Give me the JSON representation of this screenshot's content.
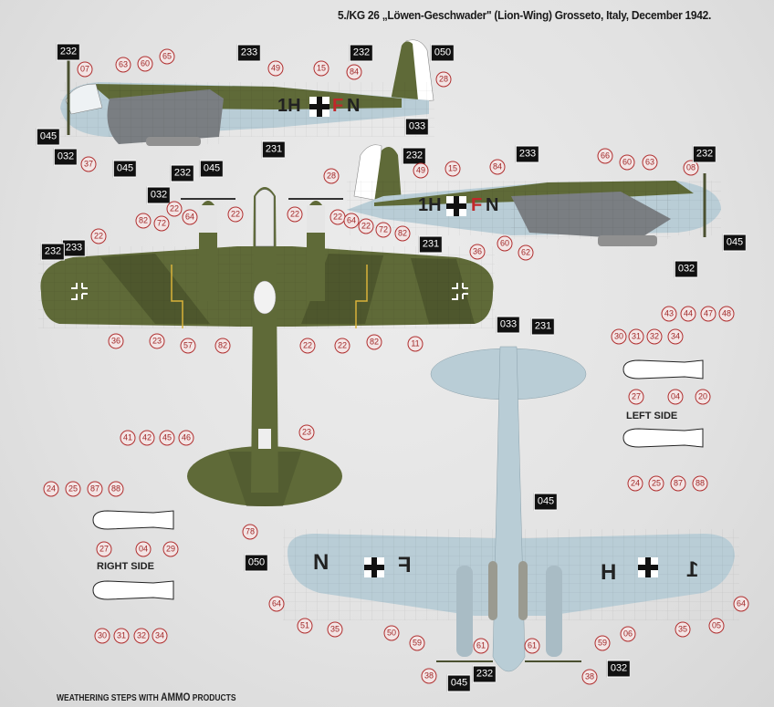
{
  "title": "5./KG 26 „Löwen-Geschwader\" (Lion-Wing) Grosseto, Italy, December 1942.",
  "footer": {
    "prefix": "WEATHERING STEPS WITH",
    "brand": "AMMO",
    "suffix": "PRODUCTS"
  },
  "colors": {
    "upper_green": "#5f6a38",
    "dark_green": "#47502a",
    "lower_blue": "#b9cdd6",
    "callout_red": "#a02828",
    "code_box": "#111111"
  },
  "markings": {
    "side_left": {
      "code_prefix": "1H",
      "individual": "F",
      "staffel": "N"
    },
    "side_right": {
      "code_prefix": "1H",
      "individual": "F",
      "staffel": "N"
    },
    "underside": {
      "left_wing_a": "N",
      "left_wing_b": "F",
      "right_wing_a": "H",
      "right_wing_b": "1"
    }
  },
  "views": {
    "side_left": [
      {
        "text": "232",
        "kind": "code"
      },
      {
        "text": "07",
        "kind": "ref"
      },
      {
        "text": "63",
        "kind": "ref"
      },
      {
        "text": "60",
        "kind": "ref"
      },
      {
        "text": "65",
        "kind": "ref"
      },
      {
        "text": "233",
        "kind": "code"
      },
      {
        "text": "49",
        "kind": "ref"
      },
      {
        "text": "15",
        "kind": "ref"
      },
      {
        "text": "84",
        "kind": "ref"
      },
      {
        "text": "232",
        "kind": "code"
      },
      {
        "text": "050",
        "kind": "code"
      },
      {
        "text": "28",
        "kind": "ref"
      },
      {
        "text": "033",
        "kind": "code"
      },
      {
        "text": "231",
        "kind": "code"
      },
      {
        "text": "045",
        "kind": "code"
      },
      {
        "text": "032",
        "kind": "code"
      },
      {
        "text": "37",
        "kind": "ref"
      },
      {
        "text": "045",
        "kind": "code"
      }
    ],
    "side_right": [
      {
        "text": "232",
        "kind": "code"
      },
      {
        "text": "28",
        "kind": "ref"
      },
      {
        "text": "49",
        "kind": "ref"
      },
      {
        "text": "15",
        "kind": "ref"
      },
      {
        "text": "84",
        "kind": "ref"
      },
      {
        "text": "233",
        "kind": "code"
      },
      {
        "text": "66",
        "kind": "ref"
      },
      {
        "text": "60",
        "kind": "ref"
      },
      {
        "text": "63",
        "kind": "ref"
      },
      {
        "text": "08",
        "kind": "ref"
      },
      {
        "text": "232",
        "kind": "code"
      },
      {
        "text": "045",
        "kind": "code"
      },
      {
        "text": "032",
        "kind": "code"
      },
      {
        "text": "60",
        "kind": "ref"
      },
      {
        "text": "62",
        "kind": "ref"
      },
      {
        "text": "231",
        "kind": "code"
      }
    ],
    "top": [
      {
        "text": "232",
        "kind": "code"
      },
      {
        "text": "045",
        "kind": "code"
      },
      {
        "text": "032",
        "kind": "code"
      },
      {
        "text": "22",
        "kind": "ref"
      },
      {
        "text": "82",
        "kind": "ref"
      },
      {
        "text": "72",
        "kind": "ref"
      },
      {
        "text": "64",
        "kind": "ref"
      },
      {
        "text": "22",
        "kind": "ref"
      },
      {
        "text": "22",
        "kind": "ref"
      },
      {
        "text": "22",
        "kind": "ref"
      },
      {
        "text": "64",
        "kind": "ref"
      },
      {
        "text": "22",
        "kind": "ref"
      },
      {
        "text": "72",
        "kind": "ref"
      },
      {
        "text": "82",
        "kind": "ref"
      },
      {
        "text": "22",
        "kind": "ref"
      },
      {
        "text": "233",
        "kind": "code"
      },
      {
        "text": "232",
        "kind": "code"
      },
      {
        "text": "36",
        "kind": "ref"
      },
      {
        "text": "36",
        "kind": "ref"
      },
      {
        "text": "23",
        "kind": "ref"
      },
      {
        "text": "57",
        "kind": "ref"
      },
      {
        "text": "82",
        "kind": "ref"
      },
      {
        "text": "22",
        "kind": "ref"
      },
      {
        "text": "22",
        "kind": "ref"
      },
      {
        "text": "82",
        "kind": "ref"
      },
      {
        "text": "11",
        "kind": "ref"
      },
      {
        "text": "23",
        "kind": "ref"
      },
      {
        "text": "78",
        "kind": "ref"
      },
      {
        "text": "23",
        "kind": "ref"
      }
    ],
    "bottom": [
      {
        "text": "033",
        "kind": "code"
      },
      {
        "text": "231",
        "kind": "code"
      },
      {
        "text": "045",
        "kind": "code"
      },
      {
        "text": "050",
        "kind": "code"
      },
      {
        "text": "64",
        "kind": "ref"
      },
      {
        "text": "51",
        "kind": "ref"
      },
      {
        "text": "35",
        "kind": "ref"
      },
      {
        "text": "50",
        "kind": "ref"
      },
      {
        "text": "59",
        "kind": "ref"
      },
      {
        "text": "61",
        "kind": "ref"
      },
      {
        "text": "61",
        "kind": "ref"
      },
      {
        "text": "59",
        "kind": "ref"
      },
      {
        "text": "06",
        "kind": "ref"
      },
      {
        "text": "35",
        "kind": "ref"
      },
      {
        "text": "05",
        "kind": "ref"
      },
      {
        "text": "64",
        "kind": "ref"
      },
      {
        "text": "38",
        "kind": "ref"
      },
      {
        "text": "045",
        "kind": "code"
      },
      {
        "text": "232",
        "kind": "code"
      },
      {
        "text": "032",
        "kind": "code"
      },
      {
        "text": "38",
        "kind": "ref"
      }
    ],
    "bomb_left_side": {
      "label": "LEFT SIDE",
      "refs": [
        {
          "text": "30",
          "kind": "ref"
        },
        {
          "text": "31",
          "kind": "ref"
        },
        {
          "text": "32",
          "kind": "ref"
        },
        {
          "text": "34",
          "kind": "ref"
        },
        {
          "text": "43",
          "kind": "ref"
        },
        {
          "text": "44",
          "kind": "ref"
        },
        {
          "text": "47",
          "kind": "ref"
        },
        {
          "text": "48",
          "kind": "ref"
        },
        {
          "text": "27",
          "kind": "ref"
        },
        {
          "text": "04",
          "kind": "ref"
        },
        {
          "text": "20",
          "kind": "ref"
        },
        {
          "text": "24",
          "kind": "ref"
        },
        {
          "text": "25",
          "kind": "ref"
        },
        {
          "text": "87",
          "kind": "ref"
        },
        {
          "text": "88",
          "kind": "ref"
        }
      ]
    },
    "bomb_right_side": {
      "label": "RIGHT SIDE",
      "refs": [
        {
          "text": "41",
          "kind": "ref"
        },
        {
          "text": "42",
          "kind": "ref"
        },
        {
          "text": "45",
          "kind": "ref"
        },
        {
          "text": "46",
          "kind": "ref"
        },
        {
          "text": "24",
          "kind": "ref"
        },
        {
          "text": "25",
          "kind": "ref"
        },
        {
          "text": "87",
          "kind": "ref"
        },
        {
          "text": "88",
          "kind": "ref"
        },
        {
          "text": "27",
          "kind": "ref"
        },
        {
          "text": "04",
          "kind": "ref"
        },
        {
          "text": "29",
          "kind": "ref"
        },
        {
          "text": "30",
          "kind": "ref"
        },
        {
          "text": "31",
          "kind": "ref"
        },
        {
          "text": "32",
          "kind": "ref"
        },
        {
          "text": "34",
          "kind": "ref"
        }
      ]
    }
  }
}
